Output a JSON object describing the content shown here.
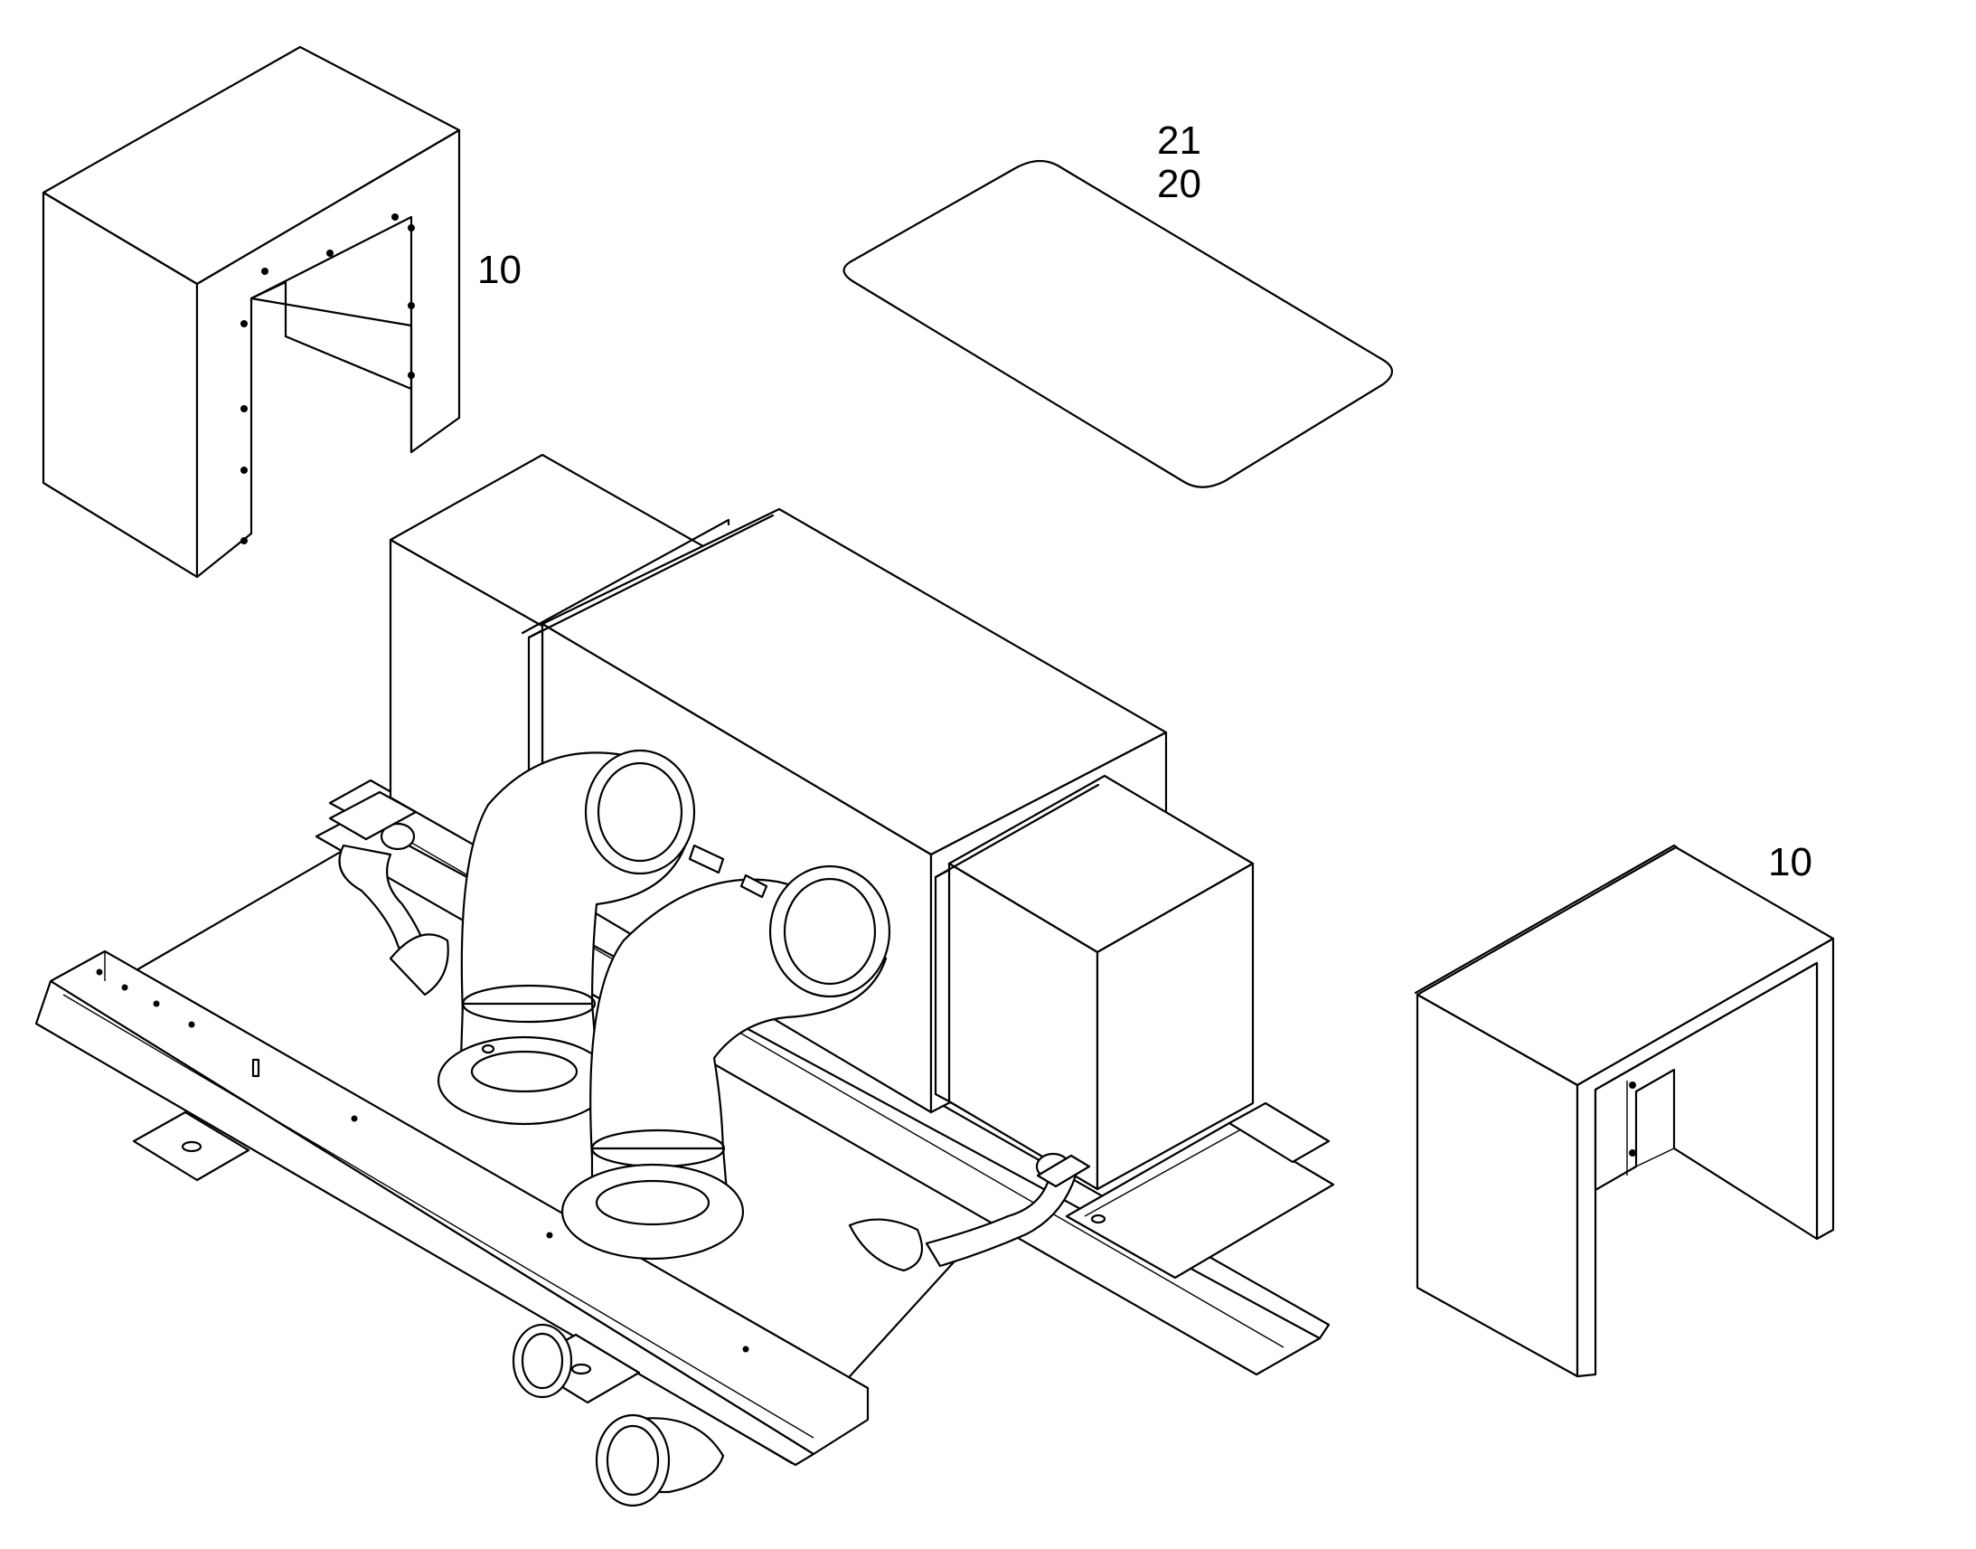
{
  "callouts": {
    "left_cover": "10",
    "top_panel_a": "21",
    "top_panel_b": "20",
    "right_cover": "10"
  },
  "colors": {
    "line": "#000000",
    "background": "#ffffff"
  }
}
